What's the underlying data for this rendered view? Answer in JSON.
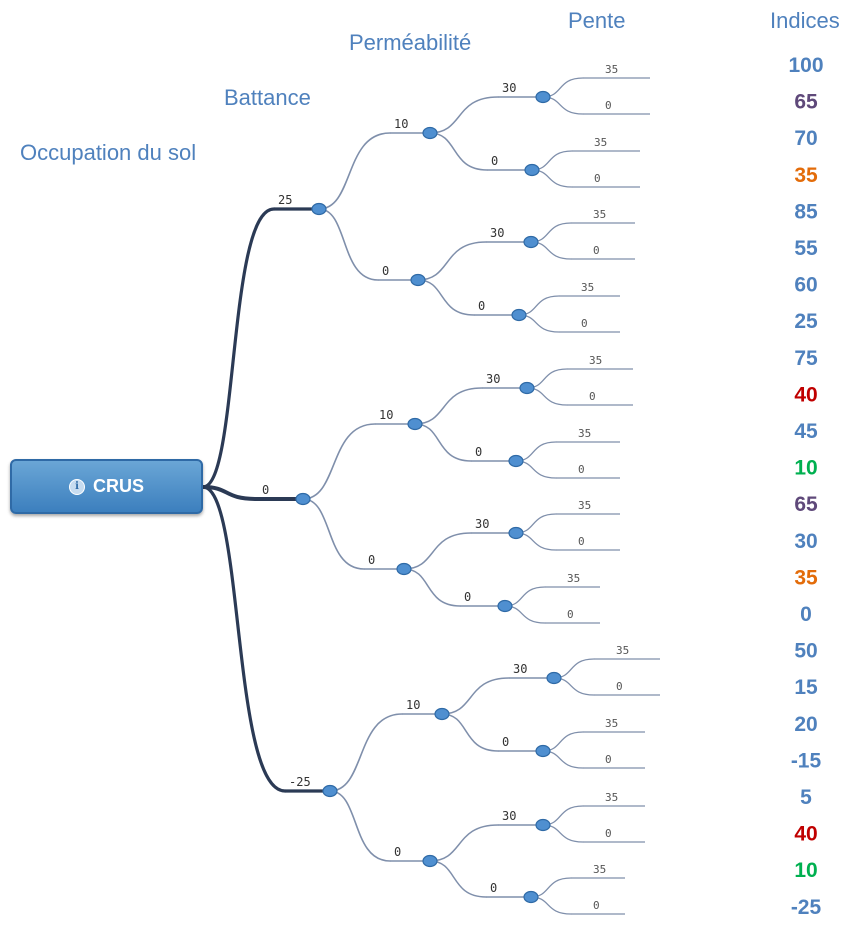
{
  "headers": {
    "occupation": "Occupation du sol",
    "battance": "Battance",
    "permeabilite": "Perméabilité",
    "pente": "Pente",
    "indices": "Indices"
  },
  "root": {
    "label": "CRUS",
    "icon": "info-icon"
  },
  "colors": {
    "header": "#4f81bd",
    "branch": "#2b3a55",
    "branch_light": "#7f8fab",
    "node": "#4f8fd0",
    "index_default": "#4f81bd",
    "index_purple": "#5f497a",
    "index_orange": "#e36c0a",
    "index_red": "#c00000",
    "index_green": "#00b050"
  },
  "tree": {
    "occupation": [
      {
        "value": "25",
        "battance": [
          {
            "value": "10",
            "permeabilite": [
              {
                "value": "30",
                "pente": [
                  "35",
                  "0"
                ]
              },
              {
                "value": "0",
                "pente": [
                  "35",
                  "0"
                ]
              }
            ]
          },
          {
            "value": "0",
            "permeabilite": [
              {
                "value": "30",
                "pente": [
                  "35",
                  "0"
                ]
              },
              {
                "value": "0",
                "pente": [
                  "35",
                  "0"
                ]
              }
            ]
          }
        ]
      },
      {
        "value": "0",
        "battance": [
          {
            "value": "10",
            "permeabilite": [
              {
                "value": "30",
                "pente": [
                  "35",
                  "0"
                ]
              },
              {
                "value": "0",
                "pente": [
                  "35",
                  "0"
                ]
              }
            ]
          },
          {
            "value": "0",
            "permeabilite": [
              {
                "value": "30",
                "pente": [
                  "35",
                  "0"
                ]
              },
              {
                "value": "0",
                "pente": [
                  "35",
                  "0"
                ]
              }
            ]
          }
        ]
      },
      {
        "value": "-25",
        "battance": [
          {
            "value": "10",
            "permeabilite": [
              {
                "value": "30",
                "pente": [
                  "35",
                  "0"
                ]
              },
              {
                "value": "0",
                "pente": [
                  "35",
                  "0"
                ]
              }
            ]
          },
          {
            "value": "0",
            "permeabilite": [
              {
                "value": "30",
                "pente": [
                  "35",
                  "0"
                ]
              },
              {
                "value": "0",
                "pente": [
                  "35",
                  "0"
                ]
              }
            ]
          }
        ]
      }
    ]
  },
  "indices": [
    {
      "value": "100",
      "color": "#4f81bd"
    },
    {
      "value": "65",
      "color": "#5f497a"
    },
    {
      "value": "70",
      "color": "#4f81bd"
    },
    {
      "value": "35",
      "color": "#e36c0a"
    },
    {
      "value": "85",
      "color": "#4f81bd"
    },
    {
      "value": "55",
      "color": "#4f81bd"
    },
    {
      "value": "60",
      "color": "#4f81bd"
    },
    {
      "value": "25",
      "color": "#4f81bd"
    },
    {
      "value": "75",
      "color": "#4f81bd"
    },
    {
      "value": "40",
      "color": "#c00000"
    },
    {
      "value": "45",
      "color": "#4f81bd"
    },
    {
      "value": "10",
      "color": "#00b050"
    },
    {
      "value": "65",
      "color": "#5f497a"
    },
    {
      "value": "30",
      "color": "#4f81bd"
    },
    {
      "value": "35",
      "color": "#e36c0a"
    },
    {
      "value": "0",
      "color": "#4f81bd"
    },
    {
      "value": "50",
      "color": "#4f81bd"
    },
    {
      "value": "15",
      "color": "#4f81bd"
    },
    {
      "value": "20",
      "color": "#4f81bd"
    },
    {
      "value": "-15",
      "color": "#4f81bd"
    },
    {
      "value": "5",
      "color": "#4f81bd"
    },
    {
      "value": "40",
      "color": "#c00000"
    },
    {
      "value": "10",
      "color": "#00b050"
    },
    {
      "value": "-25",
      "color": "#4f81bd"
    }
  ]
}
